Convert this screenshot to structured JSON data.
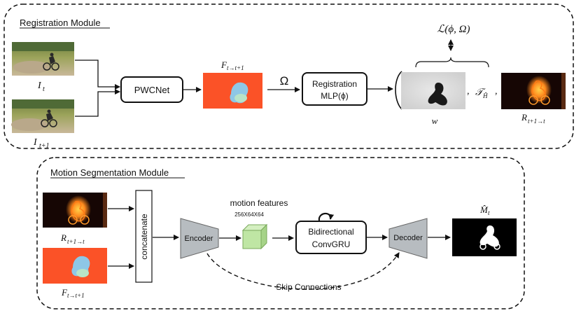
{
  "registration": {
    "title": "Registration Module",
    "label_it": "I",
    "label_it_sub": "t",
    "label_it1": "I",
    "label_it1_sub": "t+1",
    "pwcnet": "PWCNet",
    "flow_label": "F",
    "flow_label_sub": "t→t+1",
    "omega": "Ω",
    "mlp_line1": "Registration",
    "mlp_line2": "MLP(ϕ)",
    "loss": "ℒ(ϕ, Ω)",
    "transform": "𝒯",
    "transform_sub": "Ĥ",
    "weight_label": "w",
    "residual_label": "R",
    "residual_label_sub": "t+1→t",
    "comma": ","
  },
  "segmentation": {
    "title": "Motion Segmentation Module",
    "residual_label": "R",
    "residual_label_sub": "t+1→t",
    "flow_label": "F",
    "flow_label_sub": "t→t+1",
    "concatenate": "concatenate",
    "encoder": "Encoder",
    "features_title": "motion features",
    "features_dims": "256X64X64",
    "gru_line1": "Bidirectional",
    "gru_line2": "ConvGRU",
    "decoder": "Decoder",
    "mask_label": "M̂",
    "mask_label_sub": "t",
    "skip": "Skip Connections"
  },
  "colors": {
    "flow": "#fb5227",
    "flow_blob": "#8ec7e6",
    "residual_bg": "#160604",
    "residual_glow": "#ff8a1e",
    "trapezoid": "#b7bcc0",
    "cube": "#bfe6a4",
    "cube_edge": "#78a85a",
    "mask_bg": "#000000"
  }
}
